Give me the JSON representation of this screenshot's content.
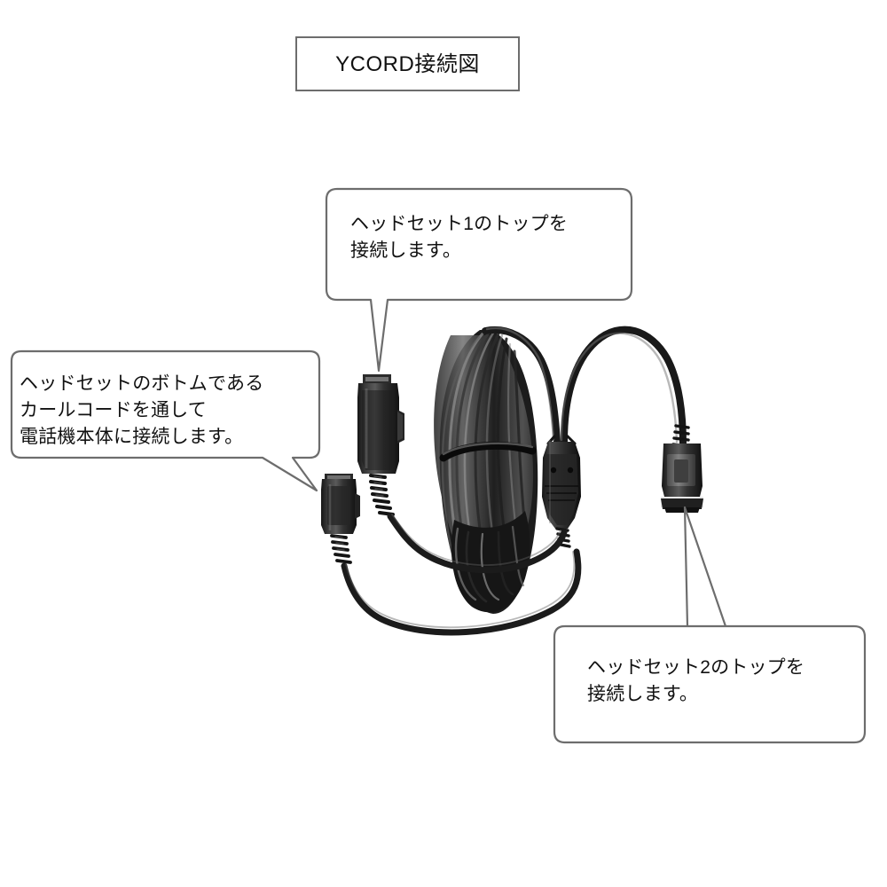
{
  "document": {
    "title_box": {
      "label": "YCORD接続図"
    },
    "background_color": "#ffffff",
    "line_color": "#6d6d6d",
    "text_color": "#111111"
  },
  "callouts": [
    {
      "id": "headset-1-top",
      "text": "ヘッドセット1のトップを\n接続します。",
      "points_to": "upper-connector-block"
    },
    {
      "id": "headset-bottom-curl-cord",
      "text": "ヘッドセットのボトムである\nカールコードを通して\n電話機本体に接続します。",
      "points_to": "left-quick-disconnect-plug"
    },
    {
      "id": "headset-2-top",
      "text": "ヘッドセット2のトップを\n接続します。",
      "points_to": "right-quick-disconnect-plug"
    }
  ],
  "product": {
    "name": "y-cord-splitter-cable",
    "parts": [
      "upper-connector-block",
      "left-quick-disconnect-plug",
      "right-quick-disconnect-plug",
      "y-splitter-junction",
      "coiled-cable-bundle"
    ],
    "colors": {
      "cable": "#1b1b1b",
      "connector_body": "#2a2a2a",
      "connector_highlight": "#585858",
      "connector_face": "#6e6e6e"
    }
  }
}
